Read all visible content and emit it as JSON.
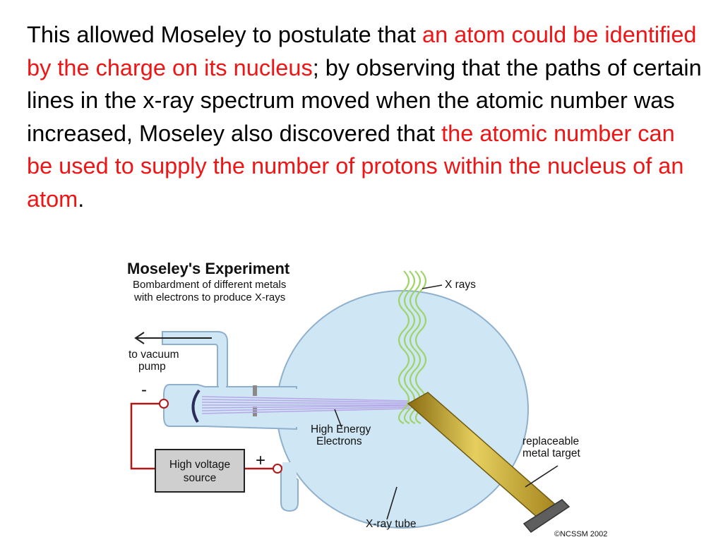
{
  "text": {
    "s1": "This allowed Moseley to postulate that ",
    "h1": "an atom could be identified by the charge on its nucleus",
    "s2": "; by observing that the paths of certain lines in the x-ray spectrum moved when the atomic number was increased, Moseley also discovered that ",
    "h2": "the atomic number can be used to supply the number of protons within the nucleus of an atom",
    "s3": "."
  },
  "diagram": {
    "title": "Moseley's Experiment",
    "subtitle1": "Bombardment of different metals",
    "subtitle2": "with electrons to produce X-rays",
    "xrays": "X rays",
    "vacuum1": "to vacuum",
    "vacuum2": "pump",
    "minus": "-",
    "plus": "+",
    "electrons1": "High Energy",
    "electrons2": "Electrons",
    "source1": "High voltage",
    "source2": "source",
    "target1": "replaceable",
    "target2": "metal target",
    "tube": "X-ray tube",
    "copyright": "©NCSSM 2002"
  },
  "colors": {
    "highlight": "#f01414",
    "tube_fill": "#cfe6f5",
    "tube_stroke": "#8fb0cc",
    "xray_wave": "#9fd46a",
    "wire": "#b01818",
    "target_gold": "#c8aa2e",
    "source_box": "#cfcfcf"
  }
}
